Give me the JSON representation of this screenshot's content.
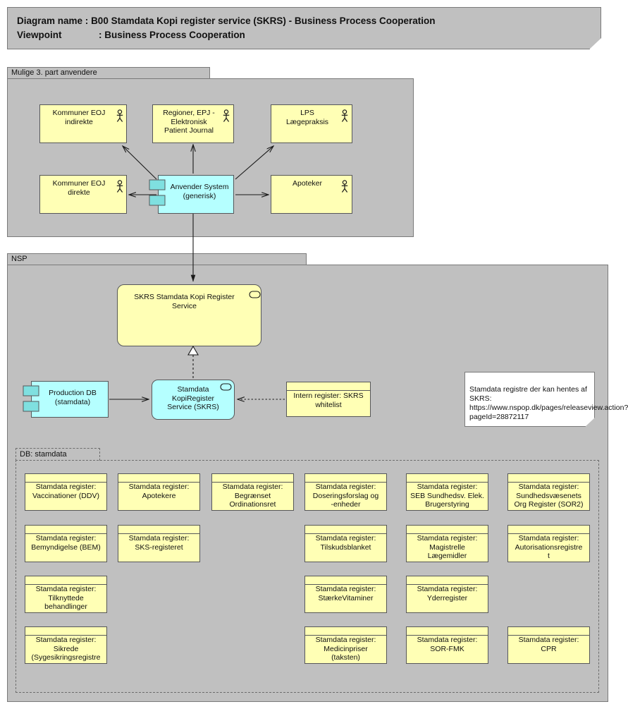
{
  "title": {
    "line1_key": "Diagram name :",
    "line1_value": "B00 Stamdata Kopi register service (SKRS) - Business Process Cooperation",
    "line2_key": "Viewpoint",
    "line2_value": ": Business Process Cooperation"
  },
  "groups": {
    "third_party": {
      "label": "Mulige 3. part anvendere"
    },
    "nsp": {
      "label": "NSP"
    },
    "db_stamdata": {
      "label": "DB: stamdata"
    }
  },
  "actors": [
    {
      "name": "actor-kommuner-eoj-indirekte",
      "label": "Kommuner EOJ\nindirekte"
    },
    {
      "name": "actor-regioner-epj",
      "label": "Regioner, EPJ -\nElektronisk\nPatient Journal"
    },
    {
      "name": "actor-lps-laegepraksis",
      "label": "LPS\nLægepraksis"
    },
    {
      "name": "actor-kommuner-eoj-direkte",
      "label": "Kommuner EOJ\ndirekte"
    },
    {
      "name": "actor-apoteker",
      "label": "Apoteker"
    }
  ],
  "components": {
    "anvender_system": {
      "label": "Anvender System\n(generisk)"
    },
    "production_db": {
      "label": "Production DB\n(stamdata)"
    },
    "kopiregister": {
      "label": "Stamdata\nKopiRegister\nService (SKRS)"
    }
  },
  "services": {
    "skrs_service": {
      "label": "SKRS Stamdata Kopi Register\nService"
    }
  },
  "objects": {
    "intern_register": {
      "label": "Intern register: SKRS\nwhitelist"
    }
  },
  "note": {
    "text": "Stamdata registre der kan hentes af SKRS: https://www.nspop.dk/pages/releaseview.action?pageId=28872117"
  },
  "registers": [
    {
      "label": "Stamdata register:\nVaccinationer (DDV)",
      "col": 0,
      "row": 0
    },
    {
      "label": "Stamdata register:\nApotekere",
      "col": 1,
      "row": 0
    },
    {
      "label": "Stamdata register:\nBegrænset\nOrdinationsret",
      "col": 2,
      "row": 0
    },
    {
      "label": "Stamdata register:\nDoseringsforslag og\n-enheder",
      "col": 3,
      "row": 0
    },
    {
      "label": "Stamdata register:\nSEB Sundhedsv. Elek.\nBrugerstyring",
      "col": 4,
      "row": 0
    },
    {
      "label": "Stamdata register:\nSundhedsvæsenets\nOrg Register (SOR2)",
      "col": 5,
      "row": 0
    },
    {
      "label": "Stamdata register:\nBemyndigelse (BEM)",
      "col": 0,
      "row": 1
    },
    {
      "label": "Stamdata register:\nSKS-registeret",
      "col": 1,
      "row": 1
    },
    {
      "label": "Stamdata register:\nTilskudsblanket",
      "col": 3,
      "row": 1
    },
    {
      "label": "Stamdata register:\nMagistrelle\nLægemidler",
      "col": 4,
      "row": 1
    },
    {
      "label": "Stamdata register:\nAutorisationsregistre\nt",
      "col": 5,
      "row": 1
    },
    {
      "label": "Stamdata register:\nTilknyttede\nbehandlinger",
      "col": 0,
      "row": 2
    },
    {
      "label": "Stamdata register:\nStærkeVitaminer",
      "col": 3,
      "row": 2
    },
    {
      "label": "Stamdata register:\nYderregister",
      "col": 4,
      "row": 2
    },
    {
      "label": "Stamdata register:\nSikrede\n(Sygesikringsregistre",
      "col": 0,
      "row": 3
    },
    {
      "label": "Stamdata register:\nMedicinpriser\n(taksten)",
      "col": 3,
      "row": 3
    },
    {
      "label": "Stamdata register:\nSOR-FMK",
      "col": 4,
      "row": 3
    },
    {
      "label": "Stamdata register:\nCPR",
      "col": 5,
      "row": 3
    }
  ],
  "colors": {
    "element_yellow": "#ffffb5",
    "element_cyan": "#b5ffff",
    "group_grey": "#c0c0c0",
    "line": "#56575a"
  }
}
